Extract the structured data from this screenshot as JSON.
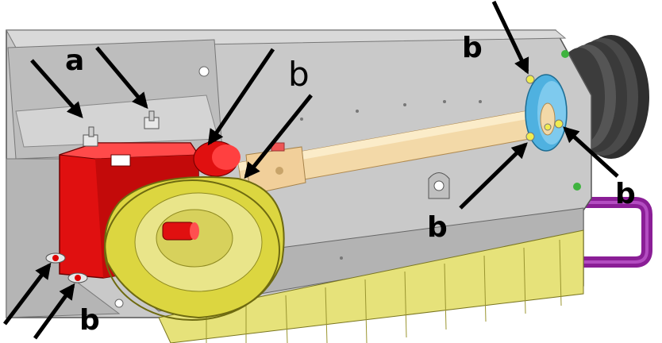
{
  "labels": {
    "a_top": "a",
    "b_thin": "b",
    "b_top_right": "b",
    "b_right": "b",
    "b_mid_right": "b",
    "b_bottom_left": "b"
  },
  "colors": {
    "housing": "#c9c9c9",
    "housing_dark": "#9a9a9a",
    "gearbox": "#e01010",
    "guard": "#dcd640",
    "shaft": "#f3d9a8",
    "flange": "#4fb1e0",
    "pipe": "#8a1e96",
    "rotor": "#e6e27a",
    "pulley": "#3c3c3c",
    "arrow": "#000000"
  }
}
